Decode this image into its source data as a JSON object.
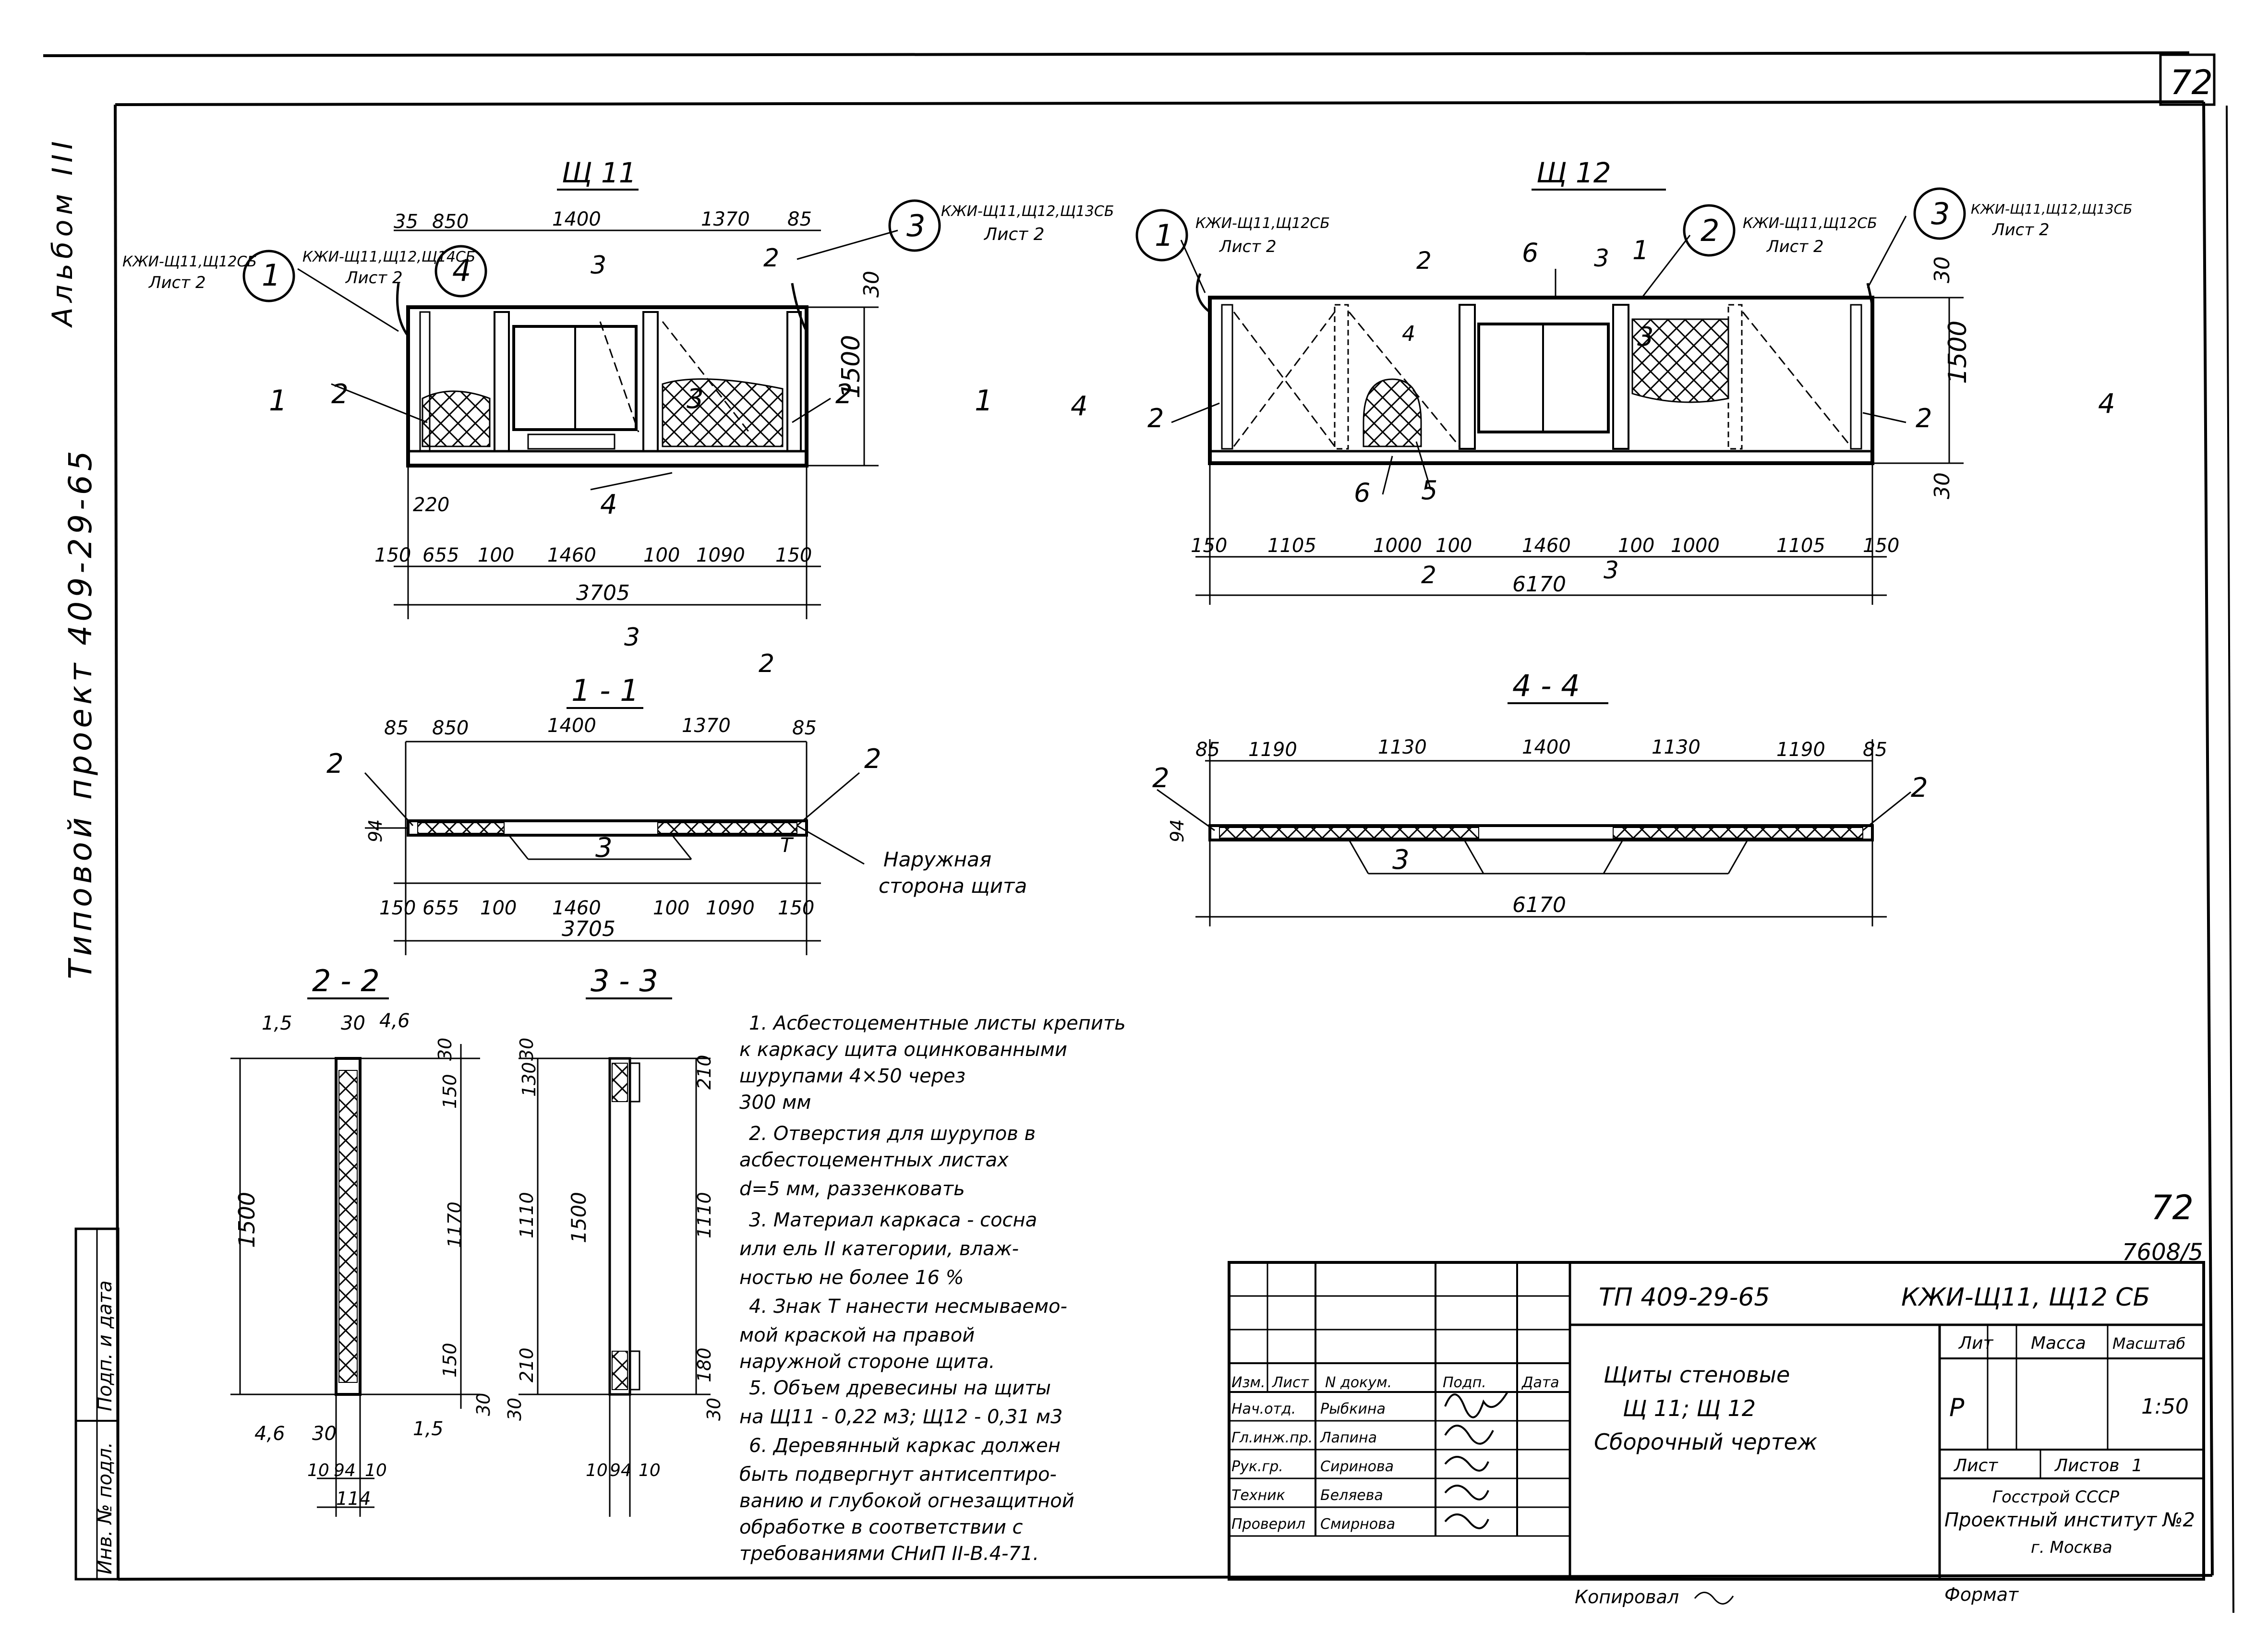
{
  "sheet": {
    "page_number": "72",
    "page_number_alt": "72",
    "inventory_number": "7608/5",
    "album": "Альбом III",
    "project": "Типовой проект 409-29-65",
    "copied_by": "Копировал",
    "format": "Формат"
  },
  "views": {
    "shch11": {
      "title": "Щ 11",
      "refs": {
        "r1": "КЖИ-Щ11,Щ12СБ",
        "r1b": "Лист 2",
        "r4": "КЖИ-Щ11,Щ12,Щ14СБ",
        "r4b": "Лист 2",
        "r3": "КЖИ-Щ11,Щ12,Щ13СБ",
        "r3b": "Лист 2"
      },
      "callouts": [
        "1",
        "4",
        "3"
      ],
      "section_marks": [
        "3",
        "2",
        "1",
        "1",
        "3",
        "2"
      ],
      "parts": [
        "2",
        "2",
        "3",
        "4",
        "4"
      ],
      "top_dims": [
        "35",
        "850",
        "1400",
        "1370",
        "85"
      ],
      "bottom_dims": [
        "150",
        "655",
        "100",
        "1460",
        "100",
        "1090",
        "150"
      ],
      "small_dim": "220",
      "overall": "3705",
      "height": "1500",
      "margin": "30"
    },
    "shch12": {
      "title": "Щ 12",
      "refs": {
        "r1": "КЖИ-Щ11,Щ12СБ",
        "r1b": "Лист 2",
        "r2": "КЖИ-Щ11,Щ12СБ",
        "r2b": "Лист 2",
        "r3": "КЖИ-Щ11,Щ12,Щ13СБ",
        "r3b": "Лист 2"
      },
      "callouts": [
        "1",
        "2",
        "3"
      ],
      "section_marks": [
        "2",
        "3",
        "4",
        "4",
        "2",
        "3"
      ],
      "parts": [
        "6",
        "1",
        "2",
        "2",
        "6",
        "5",
        "3",
        "4"
      ],
      "bottom_dims": [
        "150",
        "1105",
        "1000",
        "100",
        "1460",
        "100",
        "1000",
        "1105",
        "150"
      ],
      "overall": "6170",
      "height": "1500",
      "margin_top": "30",
      "margin_bottom": "30"
    },
    "sec11": {
      "title": "1 - 1",
      "top_dims": [
        "85",
        "850",
        "1400",
        "1370",
        "85"
      ],
      "bottom_dims": [
        "150",
        "655",
        "100",
        "1460",
        "100",
        "1090",
        "150"
      ],
      "overall": "3705",
      "thickness": "94",
      "parts": [
        "2",
        "2",
        "3"
      ],
      "mark_t": "T",
      "outer_side_1": "Наружная",
      "outer_side_2": "сторона щита"
    },
    "sec44": {
      "title": "4 - 4",
      "top_dims": [
        "85",
        "1190",
        "1130",
        "1400",
        "1130",
        "1190",
        "85"
      ],
      "overall": "6170",
      "thickness": "94",
      "parts": [
        "2",
        "2",
        "3"
      ]
    },
    "sec22": {
      "title": "2 - 2",
      "top_dims": [
        "1,5",
        "30",
        "4,6"
      ],
      "right_dims": [
        "30",
        "150",
        "1170",
        "150",
        "30"
      ],
      "left_dim": "1500",
      "bottom_dims": [
        "4,6",
        "30",
        "1,5"
      ],
      "base_dims": [
        "10",
        "94",
        "10"
      ],
      "base_total": "114"
    },
    "sec33": {
      "title": "3 - 3",
      "left_dims": [
        "30",
        "130",
        "1110",
        "210",
        "30"
      ],
      "right_dims": [
        "210",
        "1110",
        "180",
        "30"
      ],
      "mid_dim": "1500",
      "base_dims": [
        "10",
        "94",
        "10"
      ]
    }
  },
  "notes": [
    "1. Асбестоцементные листы крепить",
    "к каркасу щита оцинкованными",
    "шурупами 4×50 через",
    "300 мм",
    "2. Отверстия для шурупов в",
    "асбестоцементных листах",
    "d=5 мм, раззенковать",
    "3. Материал каркаса - сосна",
    "или ель II категории, влаж-",
    "ностью не более 16 %",
    "4. Знак T нанести несмываемо-",
    "мой краской на правой",
    "наружной стороне щита.",
    "5. Объем древесины на щиты",
    "на Щ11 - 0,22 м3; Щ12 - 0,31 м3",
    "6. Деревянный каркас должен",
    "быть подвергнут антисептиро-",
    "ванию и глубокой огнезащитной",
    "обработке в соответствии с",
    "требованиями СНиП II-В.4-71."
  ],
  "title_block": {
    "code": "ТП 409-29-65",
    "mark": "КЖИ-Щ11, Щ12 СБ",
    "name_1": "Щиты стеновые",
    "name_2": "Щ 11; Щ 12",
    "name_3": "Сборочный чертеж",
    "header": [
      "Изм.",
      "Лист",
      "N докум.",
      "Подп.",
      "Дата"
    ],
    "rows": [
      [
        "Нач.отд.",
        "Рыбкина"
      ],
      [
        "Гл.инж.пр.",
        "Лапина"
      ],
      [
        "Рук.гр.",
        "Сиринова"
      ],
      [
        "Техник",
        "Беляева"
      ],
      [
        "Проверил",
        "Смирнова"
      ]
    ],
    "stage_label": "Лит",
    "mass_label": "Масса",
    "scale_label": "Масштаб",
    "stage": "Р",
    "scale": "1:50",
    "sheet_label": "Лист",
    "sheets_label": "Листов",
    "sheets": "1",
    "org_1": "Госстрой СССР",
    "org_2": "Проектный институт №2",
    "org_3": "г. Москва"
  },
  "side_stamp": [
    "Инв. № подл.",
    "Подп. и дата"
  ]
}
